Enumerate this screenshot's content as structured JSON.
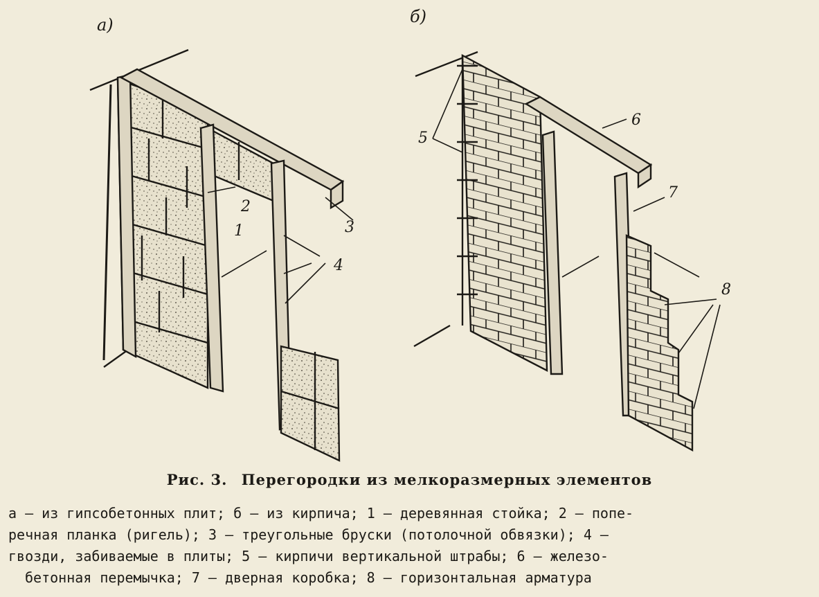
{
  "figure": {
    "panel_a": "а)",
    "panel_b": "б)",
    "callouts_a": [
      "1",
      "2",
      "3",
      "4"
    ],
    "callouts_b": [
      "5",
      "6",
      "7",
      "8"
    ]
  },
  "caption": {
    "label": "Рис. 3.",
    "title": "Перегородки из мелкоразмерных элементов"
  },
  "legend_lines": [
    "а — из гипсобетонных плит; б — из кирпича; 1 — деревянная стойка; 2 — попе-",
    "речная планка (ригель); 3 — треугольные бруски (потолочной обвязки); 4 —",
    "гвозди, забиваемые в плиты; 5 — кирпичи вертикальной штрабы; 6 — железо-",
    "бетонная перемычка; 7 — дверная коробка; 8 — горизонтальная арматура"
  ],
  "colors": {
    "paper": "#f1ecdb",
    "ink": "#1c1a16",
    "fill": "#ddd6c2"
  }
}
